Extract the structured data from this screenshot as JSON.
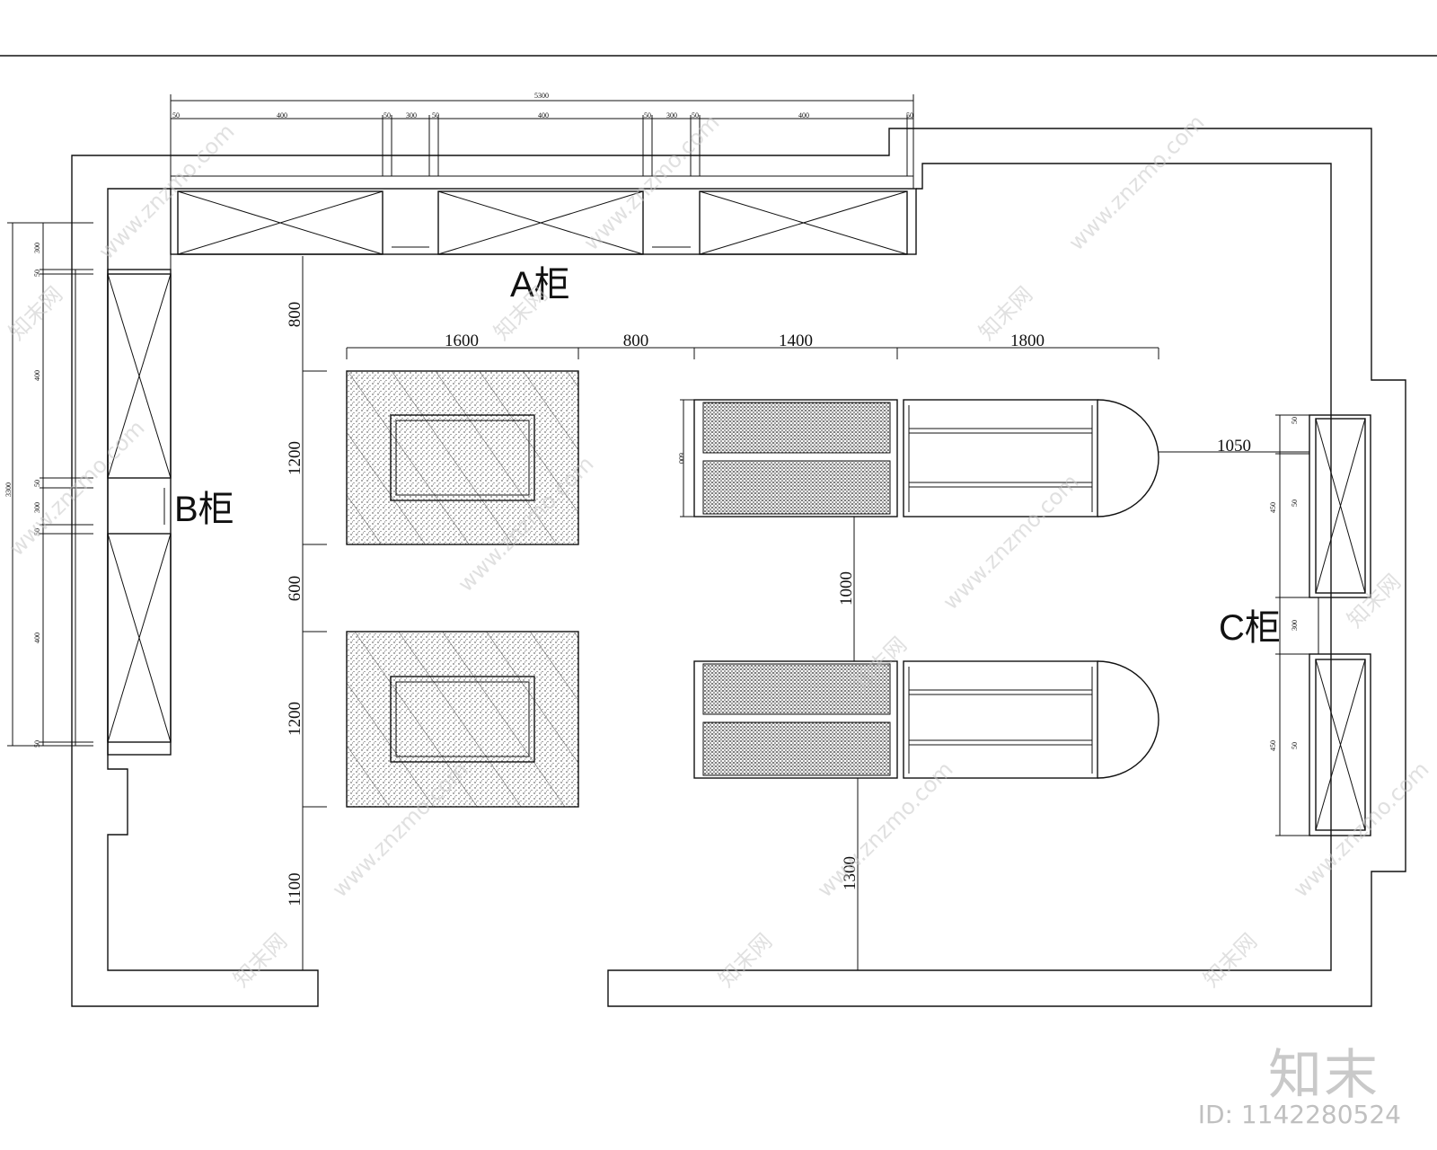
{
  "cabinets": {
    "a": "A柜",
    "b": "B柜",
    "c": "C柜"
  },
  "dims": {
    "top_total": "5300",
    "top_segments": [
      "50",
      "400",
      "50",
      "300",
      "50",
      "400",
      "50",
      "300",
      "50",
      "400",
      "50"
    ],
    "row": [
      "1600",
      "800",
      "1400",
      "1800"
    ],
    "left_col": [
      "800",
      "1200",
      "600",
      "1200",
      "1100"
    ],
    "center_col": [
      "1000",
      "1300"
    ],
    "right_gap": "1050",
    "b_total": "3300",
    "b_segments": [
      "300",
      "50",
      "400",
      "50",
      "300",
      "50",
      "400",
      "50"
    ],
    "c_segments": [
      "50",
      "450",
      "50",
      "300",
      "450",
      "50"
    ],
    "island_depth": "600"
  },
  "watermark": {
    "site": "www.znzmo.com",
    "cn": "知末网"
  },
  "brand": {
    "logo": "知末",
    "id": "ID: 1142280524"
  }
}
